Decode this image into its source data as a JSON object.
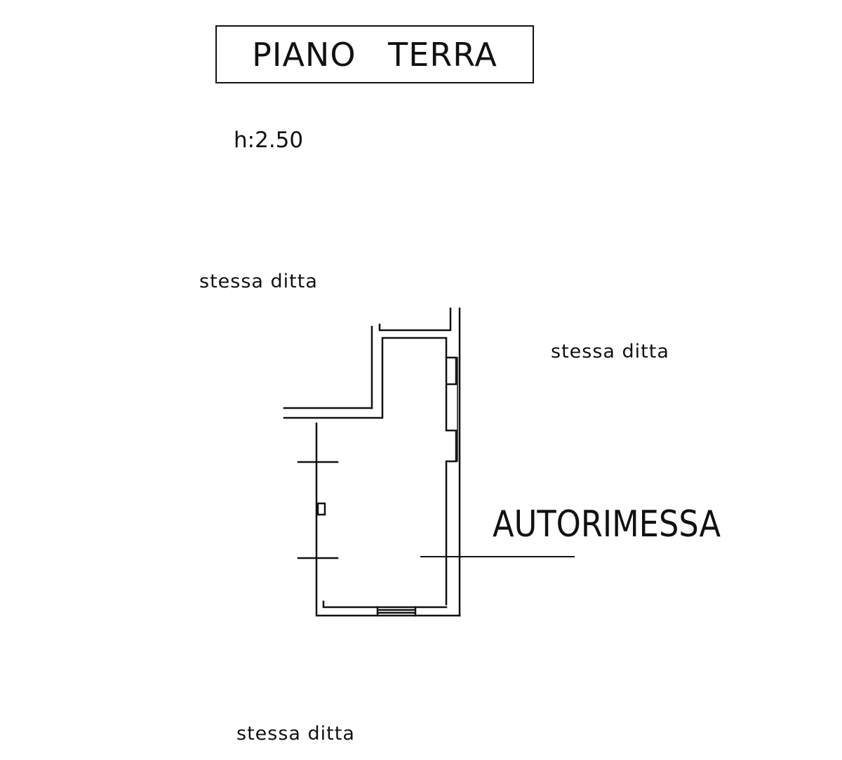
{
  "title": "PIANO   TERRA",
  "height_label": "h:2.50",
  "neighbors": {
    "northwest": "stessa ditta",
    "east": "stessa ditta",
    "south": "stessa ditta"
  },
  "room_label": "AUTORIMESSA"
}
